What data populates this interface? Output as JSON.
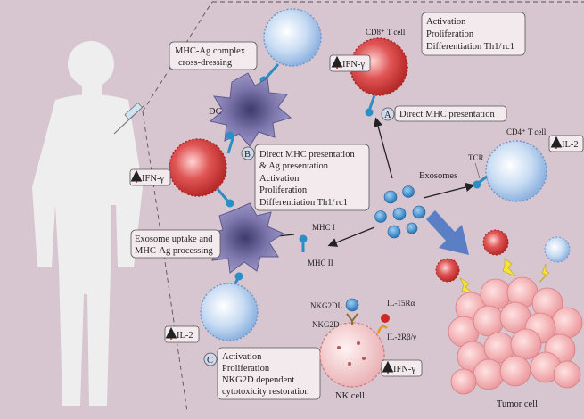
{
  "labels": {
    "mhc_ag_cross_dressing": [
      "MHC-Ag complex",
      "cross-dressing"
    ],
    "dc": "DC",
    "cd8_t_cell": "CD8⁺ T cell",
    "cd8_activation": [
      "Activation",
      "Proliferation",
      "Differentiation Th1/тc1"
    ],
    "ifn_gamma": "IFN-γ",
    "il_2": "IL-2",
    "marker_a": "A",
    "marker_b": "B",
    "marker_c": "C",
    "direct_mhc": "Direct MHC presentation",
    "cd4_t_cell": "CD4⁺ T cell",
    "tcr": "TCR",
    "exosomes": "Exosomes",
    "b_text": [
      "Direct MHC presentation",
      "& Ag presentation",
      "Activation",
      "Proliferation",
      "Differentiation Th1/тc1"
    ],
    "exosome_uptake": [
      "Exosome uptake and",
      "MHC-Ag processing"
    ],
    "mhc_i": "MHC I",
    "mhc_ii": "MHC II",
    "nkg2dl": "NKG2DL",
    "nkg2d": "NKG2D",
    "il15ra": "IL-15Rα",
    "il2rbg": "IL-2Rβ/γ",
    "c_text": [
      "Activation",
      "Proliferation",
      "NKG2D dependent",
      "cytotoxicity restoration"
    ],
    "nk_cell": "NK cell",
    "tumor_cell": "Tumor cell"
  },
  "colors": {
    "background": "#d7c5cf",
    "silhouette": "#eeeeee",
    "t_cell_blue": "#a9c6ea",
    "t_cell_red": "#d94848",
    "dendritic_cell": "#8c86b8",
    "exosome": "#3a8fd0",
    "nk_cell": "#f2c8c8",
    "tumor": "#f1b6b8",
    "arrow_big": "#5b7fc4",
    "flash": "#f5e432",
    "receptor": "#2b8ec4",
    "up_arrow": "#d02828"
  }
}
